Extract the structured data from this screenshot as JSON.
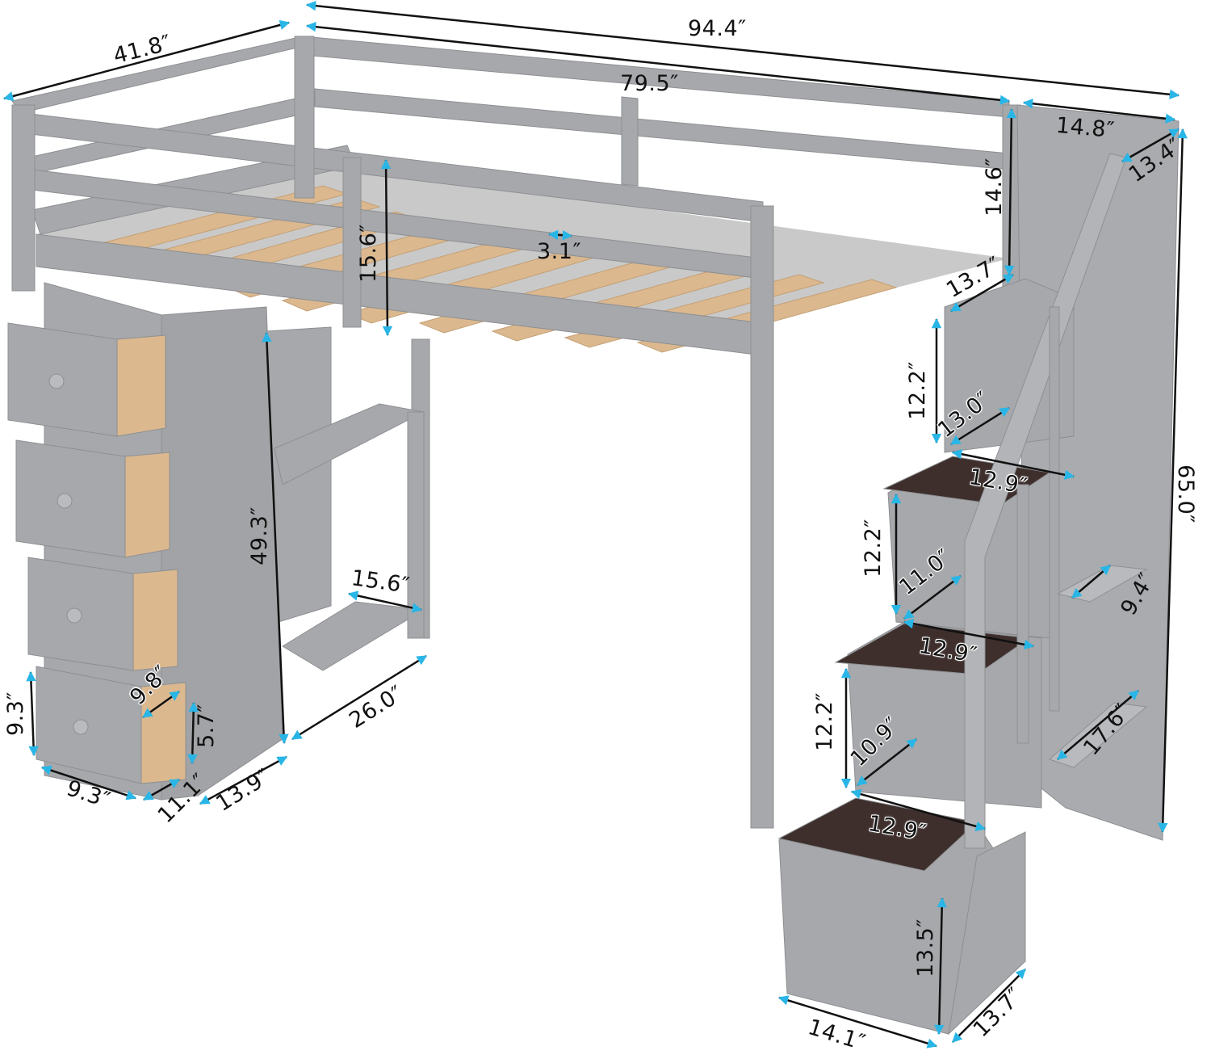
{
  "figure": {
    "subject": "Twin loft bed with storage staircase, drawer tower and desk shelves",
    "finish_color": "#a6a8ab",
    "slat_color": "#d9b48a",
    "step_top_color": "#3e2f2c",
    "arrow_color": "#29b6e6",
    "line_color": "#111111",
    "unit": "″"
  },
  "dimensions": {
    "overall_length": "94.4″",
    "bed_length": "79.5″",
    "bed_width": "41.8″",
    "overall_height": "65.0″",
    "guardrail_height": "15.6″",
    "slat_gap": "3.1″",
    "stair_top_width": "14.8″",
    "stair_top_depth": "13.4″",
    "stair_rail_height": "14.6″",
    "stair_landing_depth": "13.7″",
    "step1_riser": "12.2″",
    "step1_cubby_depth": "13.0″",
    "step1_tread_width": "12.9″",
    "step2_riser": "12.2″",
    "step2_cubby_depth": "11.0″",
    "step2_tread_width": "12.9″",
    "step3_riser": "12.2″",
    "step3_cubby_depth": "10.9″",
    "step3_tread_width": "12.9″",
    "side_shelf_upper_depth": "9.4″",
    "side_shelf_lower_depth": "17.6″",
    "base_box_height": "13.5″",
    "base_box_width": "14.1″",
    "base_box_depth": "13.7″",
    "tower_height": "49.3″",
    "desk_shelf_width": "15.6″",
    "desk_shelf_length": "26.0″",
    "tower_depth": "13.9″",
    "drawer_height": "9.3″",
    "drawer_width": "9.3″",
    "drawer_depth": "11.1″",
    "drawer_inner_depth": "9.8″",
    "drawer_inner_height": "5.7″"
  }
}
